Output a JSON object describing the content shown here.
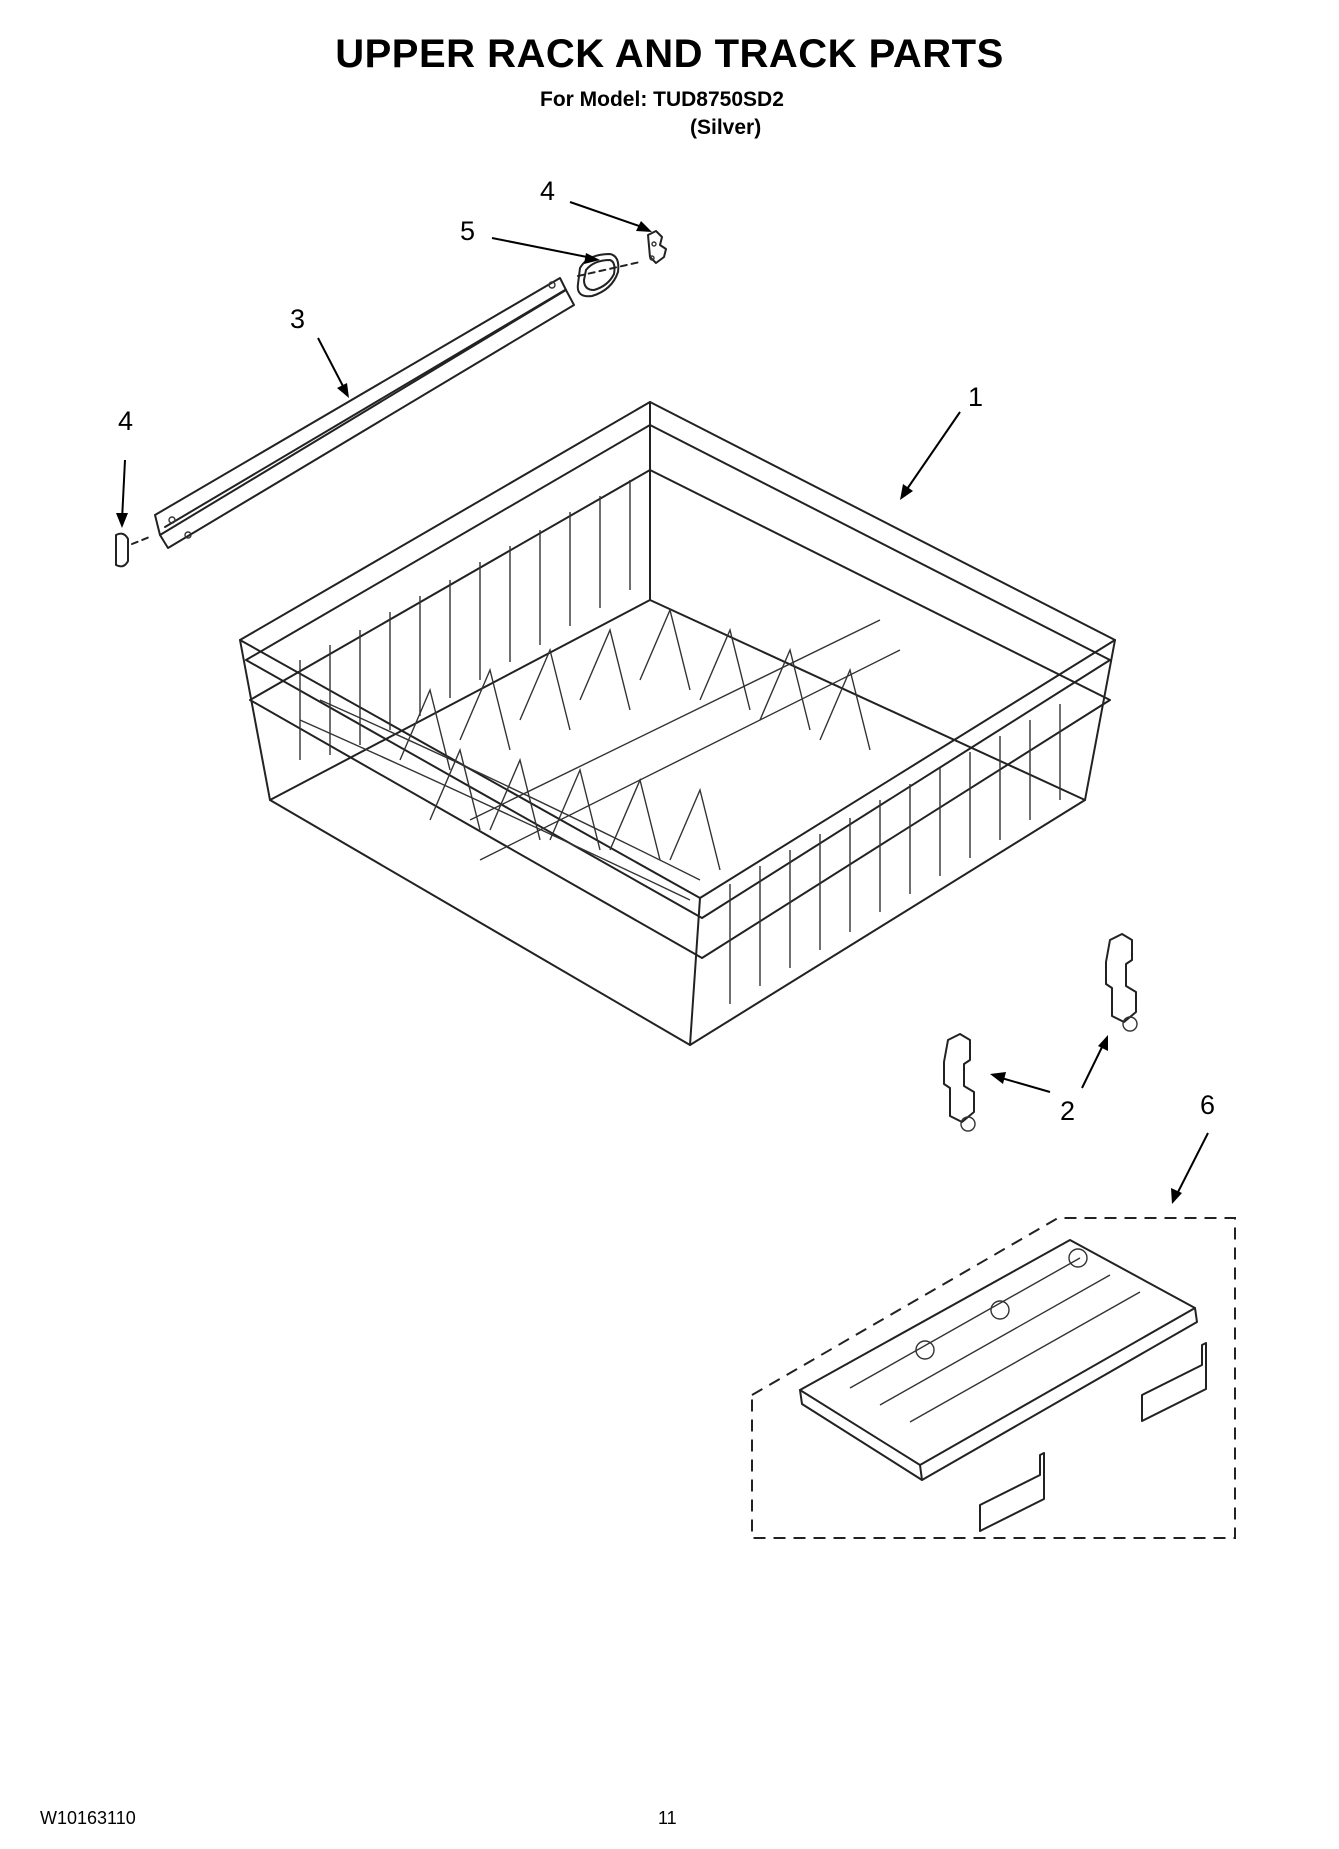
{
  "header": {
    "title": "UPPER RACK AND TRACK PARTS",
    "model": "For Model: TUD8750SD2",
    "variant": "(Silver)"
  },
  "callouts": {
    "rack": "1",
    "wheel_carrier": "2",
    "track": "3",
    "end_cap_top": "4",
    "end_cap_left": "4",
    "stop": "5",
    "tray": "6"
  },
  "footer": {
    "doc_number": "W10163110",
    "page": "11"
  }
}
